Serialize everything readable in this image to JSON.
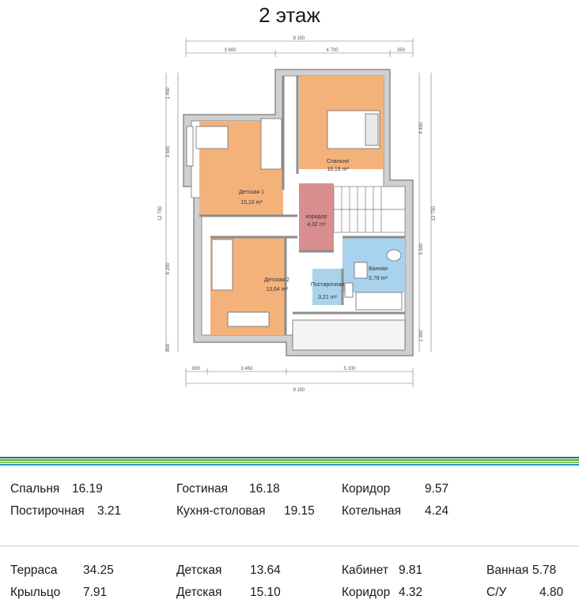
{
  "page_title": "2 этаж",
  "colors": {
    "room_orange": "#f4b27b",
    "corridor_pink": "#d98d8e",
    "bath_blue": "#a9d3ec",
    "wall": "#8c8c8c",
    "stripe_colors": [
      "#1f7a3a",
      "#3aa84a",
      "#8cc63f",
      "#2f8fcf"
    ]
  },
  "plan": {
    "dims_top": [
      "9 150",
      "3 600",
      "4 700",
      "350"
    ],
    "dims_bottom": [
      "600",
      "3 450",
      "5 100",
      "9 150"
    ],
    "dims_left": [
      "1 450",
      "3 500",
      "12 750",
      "6 200",
      "800"
    ],
    "dims_right": [
      "4 450",
      "12 750",
      "5 500",
      "1 300"
    ],
    "rooms": [
      {
        "label": "Спальня",
        "area": "16,19 m²"
      },
      {
        "label": "Детская 1",
        "area": "15,10 m²"
      },
      {
        "label": "коридор",
        "area": "4,32 m²"
      },
      {
        "label": "Детская 2",
        "area": "13,64 m²"
      },
      {
        "label": "Ванная",
        "area": "5,78 m²"
      },
      {
        "label": "Постирочная",
        "area": "3,21 m²"
      }
    ]
  },
  "legend_top": [
    {
      "name": "Спальня",
      "value": "16.19"
    },
    {
      "name": "Постирочная",
      "value": "3.21"
    },
    {
      "name": "Гостиная",
      "value": "16.18"
    },
    {
      "name": "Кухня-столовая",
      "value": "19.15"
    },
    {
      "name": "Коридор",
      "value": "9.57"
    },
    {
      "name": "Котельная",
      "value": "4.24"
    }
  ],
  "legend_bottom": [
    {
      "name": "Терраса",
      "value": "34.25"
    },
    {
      "name": "Крыльцо",
      "value": "7.91"
    },
    {
      "name": "Детская",
      "value": "13.64"
    },
    {
      "name": "Детская",
      "value": "15.10"
    },
    {
      "name": "Кабинет",
      "value": "9.81"
    },
    {
      "name": "Коридор",
      "value": "4.32"
    },
    {
      "name": "Ванная",
      "value": "5.78"
    },
    {
      "name": "С/У",
      "value": "4.80"
    }
  ]
}
